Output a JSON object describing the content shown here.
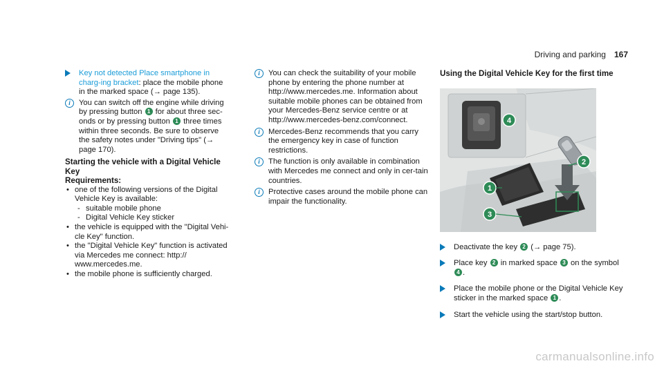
{
  "header": {
    "section": "Driving and parking",
    "page_number": "167"
  },
  "col1": {
    "step1_link": "Key not detected Place smartphone in charg-ing bracket",
    "step1_text": ": place the mobile phone in the marked space (→ page 135).",
    "note1_a": "You can switch off the engine while driving by pressing button",
    "note1_b": "for about three sec-onds or by pressing button",
    "note1_c": "three times within three seconds. Be sure to observe the safety notes under \"Driving tips\" (→ page 170).",
    "heading": "Starting the vehicle with a Digital Vehicle Key",
    "requirements": "Requirements:",
    "bullets": [
      "one of the following versions of the Digital Vehicle Key is available:",
      "the vehicle is equipped with the \"Digital Vehi-cle Key\" function.",
      "the \"Digital Vehicle Key\" function is activated via Mercedes me connect: http:// www.mercedes.me.",
      "the mobile phone is sufficiently charged."
    ],
    "sub_bullets": [
      "suitable mobile phone",
      "Digital Vehicle Key sticker"
    ]
  },
  "col2": {
    "notes": [
      "You can check the suitability of your mobile phone by entering the phone number at http://www.mercedes.me. Information about suitable mobile phones can be obtained from your Mercedes-Benz service centre or at http://www.mercedes-benz.com/connect.",
      "Mercedes-Benz recommends that you carry the emergency key in case of function restrictions.",
      "The function is only available in combination with Mercedes me connect and only in cer-tain countries.",
      "Protective cases around the mobile phone can impair the functionality."
    ]
  },
  "col3": {
    "heading": "Using the Digital Vehicle Key for the first time",
    "steps": {
      "s1a": "Deactivate the key",
      "s1b": "(→ page 75).",
      "s2a": "Place key",
      "s2b": "in marked space",
      "s2c": "on the symbol",
      "s2d": ".",
      "s3a": "Place the mobile phone or the Digital Vehicle Key sticker in the marked space",
      "s3b": ".",
      "s4": "Start the vehicle using the start/stop button."
    }
  },
  "badges": {
    "one": "1",
    "two": "2",
    "three": "3",
    "four": "4"
  },
  "footer": {
    "watermark": "carmanualsonline.info"
  },
  "colors": {
    "accent": "#1a9cd8",
    "badge": "#2e8b57"
  },
  "icons": {
    "arrow": "arrow-right-icon",
    "note": "info-icon"
  }
}
